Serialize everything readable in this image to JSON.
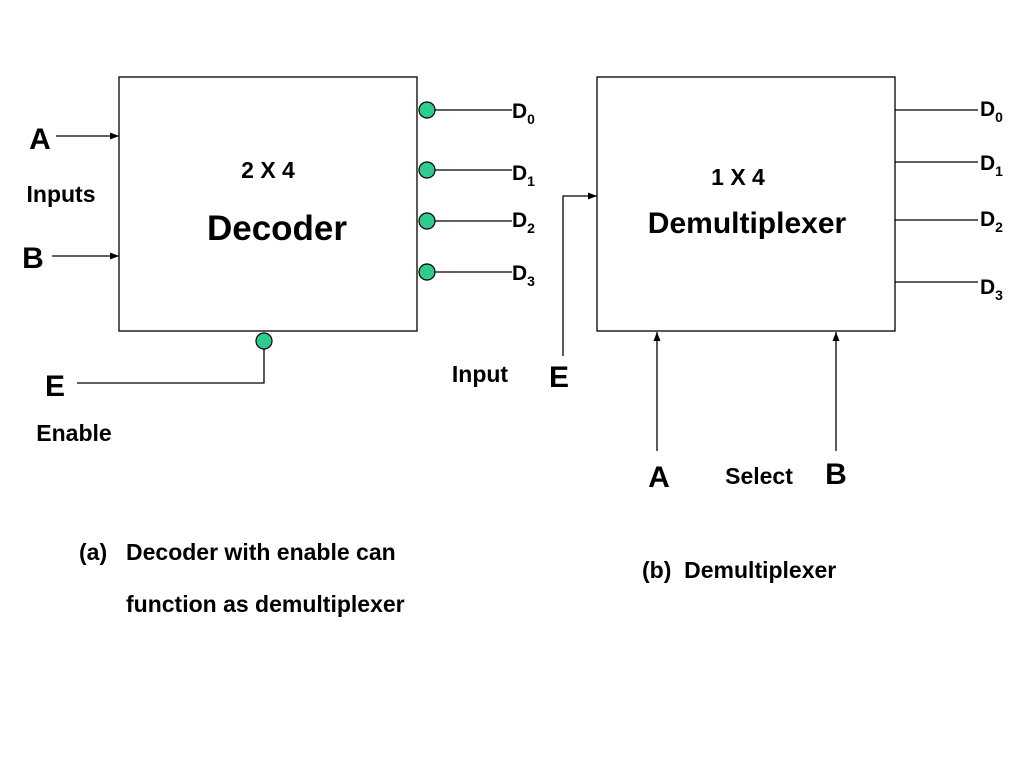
{
  "colors": {
    "bubble": "#2ecc8f",
    "stroke": "#000000",
    "background": "#ffffff"
  },
  "decoder": {
    "size_label": "2 X 4",
    "title": "Decoder",
    "input_a": "A",
    "inputs_label": "Inputs",
    "input_b": "B",
    "enable_letter": "E",
    "enable_label": "Enable",
    "outputs": [
      {
        "letter": "D",
        "index": "0"
      },
      {
        "letter": "D",
        "index": "1"
      },
      {
        "letter": "D",
        "index": "2"
      },
      {
        "letter": "D",
        "index": "3"
      }
    ]
  },
  "demux": {
    "size_label": "1 X 4",
    "title": "Demultiplexer",
    "input_label": "Input",
    "input_letter": "E",
    "select_a": "A",
    "select_label": "Select",
    "select_b": "B",
    "outputs": [
      {
        "letter": "D",
        "index": "0"
      },
      {
        "letter": "D",
        "index": "1"
      },
      {
        "letter": "D",
        "index": "2"
      },
      {
        "letter": "D",
        "index": "3"
      }
    ]
  },
  "captions": {
    "a_marker": "(a)",
    "a_line1": "Decoder with enable can",
    "a_line2": "function as demultiplexer",
    "b_text": "(b)  Demultiplexer"
  }
}
